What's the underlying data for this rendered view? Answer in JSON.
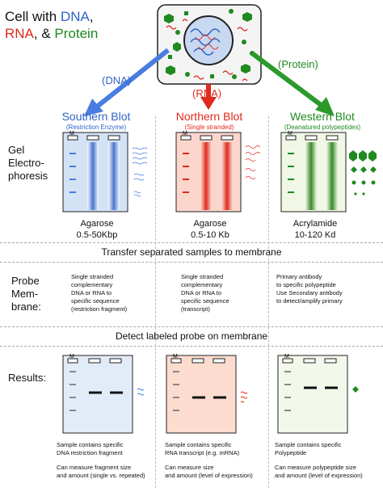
{
  "header": {
    "cell_prefix": "Cell with ",
    "dna": "DNA",
    "comma": ",",
    "rna": "RNA",
    "amp": ", & ",
    "protein": "Protein"
  },
  "arrows": {
    "dna": "(DNA)",
    "rna": "(RNA)",
    "protein": "(Protein)"
  },
  "blots": [
    {
      "title": "Southern Blot",
      "subtitle": "(Restriction Enzyme)",
      "color": "#2f64c8",
      "gel": "Agarose",
      "range": "0.5-50Kbp",
      "probe": [
        "Single stranded",
        "complementary",
        "DNA or RNA to",
        "specific sequence",
        "(restriction fragment)"
      ],
      "result": [
        "Sample contains specific",
        "DNA restriction fragment",
        "",
        "Can measure fragment size",
        "and amount (single vs. repeated)"
      ]
    },
    {
      "title": "Northern Blot",
      "subtitle": "(Single stranded)",
      "color": "#e02a1c",
      "gel": "Agarose",
      "range": "0.5-10 Kb",
      "probe": [
        "Single stranded",
        "complementary",
        "DNA or RNA to",
        "specific sequence",
        "(transcript)"
      ],
      "result": [
        "Sample contains specific",
        "RNA transcript (e.g. mRNA)",
        "",
        "Can measure size",
        "and amount (level of expression)"
      ]
    },
    {
      "title": "Western Blot",
      "subtitle": "(Deanatured polypeptides)",
      "color": "#1f8a1f",
      "gel": "Acrylamide",
      "range": "10-120 Kd",
      "probe": [
        "Primary antibody",
        "to specific polypeptide",
        "Use Secondary antibody",
        "to detect/amplify primary"
      ],
      "result": [
        "Sample contains specific",
        "Polypeptide",
        "",
        "Can measure polypeptide size",
        "and amount (level of expression)"
      ]
    }
  ],
  "rows": {
    "gel": [
      "Gel",
      "Electro-",
      "phoresis"
    ],
    "probe": [
      "Probe",
      "Mem-",
      "brane:"
    ],
    "results": "Results:"
  },
  "sections": {
    "transfer": "Transfer separated samples to membrane",
    "detect": "Detect labeled probe on membrane"
  },
  "lane_marker": "M",
  "colors": {
    "blue": "#2f64c8",
    "red": "#e02a1c",
    "green": "#1f8a1f"
  }
}
